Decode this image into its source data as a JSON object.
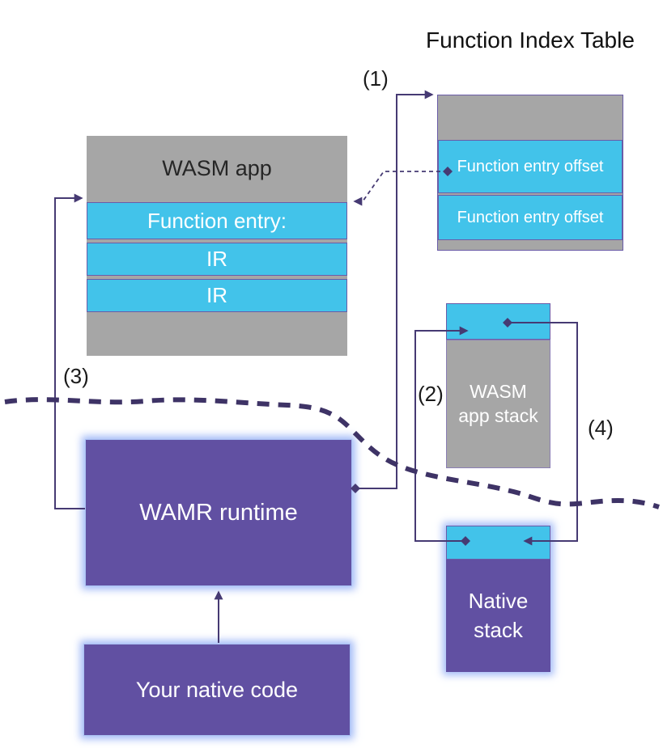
{
  "colors": {
    "gray": "#a6a6a6",
    "cyan": "#42c3ea",
    "cyan-border": "#6a5ca8",
    "purple": "#6150a2",
    "line": "#463a73",
    "separator": "#3e3366",
    "glow": "#96b4f0"
  },
  "function_index_table": {
    "title": "Function Index Table",
    "rows": [
      "Function entry offset",
      "Function entry offset"
    ]
  },
  "wasm_app": {
    "header": "WASM app",
    "function_entry": "Function entry:",
    "ir_rows": [
      "IR",
      "IR"
    ]
  },
  "wasm_app_stack": {
    "label": "WASM app stack"
  },
  "native_stack": {
    "label": "Native stack"
  },
  "wamr_runtime": {
    "label": "WAMR runtime"
  },
  "native_code": {
    "label": "Your native code"
  },
  "annotations": {
    "step1": "(1)",
    "step2": "(2)",
    "step3": "(3)",
    "step4": "(4)"
  }
}
